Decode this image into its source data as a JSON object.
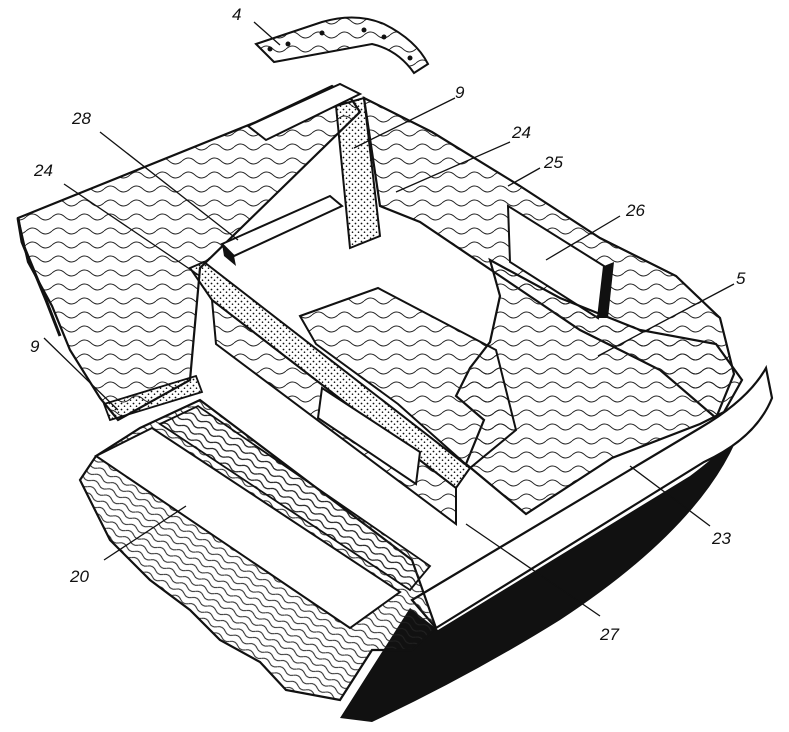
{
  "callouts": {
    "c4": "4",
    "c9_top": "9",
    "c28": "28",
    "c24_right": "24",
    "c25": "25",
    "c24_left": "24",
    "c26": "26",
    "c5": "5",
    "c9_left": "9",
    "c23": "23",
    "c20": "20",
    "c27": "27"
  }
}
